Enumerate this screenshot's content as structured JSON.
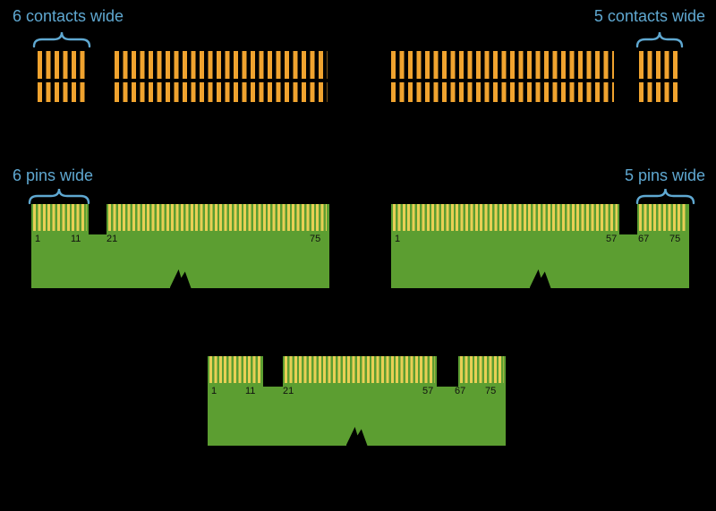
{
  "colors": {
    "bg": "#000000",
    "accent": "#5fa8d1",
    "contact": "#f0a32f",
    "pcb": "#5c9e31",
    "pin": "#e8cf55",
    "number": "#101010"
  },
  "labels": {
    "contacts_left": "6 contacts wide",
    "contacts_right": "5 contacts wide",
    "pins_left": "6 pins wide",
    "pins_right": "5 pins wide"
  },
  "cards": {
    "left": {
      "numbers": [
        "1",
        "11",
        "21",
        "75"
      ]
    },
    "right": {
      "numbers": [
        "1",
        "57",
        "67",
        "75"
      ]
    },
    "bottom": {
      "numbers": [
        "1",
        "11",
        "21",
        "57",
        "67",
        "75"
      ]
    }
  }
}
